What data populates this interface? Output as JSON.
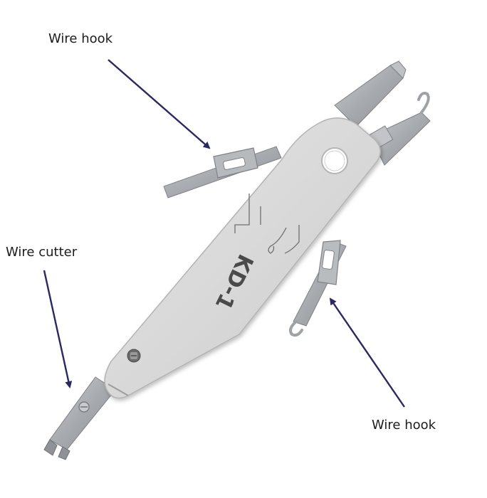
{
  "labels": {
    "top_hook": "Wire hook",
    "cutter": "Wire cutter",
    "bottom_hook": "Wire hook"
  },
  "tool": {
    "model": "KD-1"
  },
  "colors": {
    "body": "#d9d9d9",
    "metal": "#a9acb0",
    "arrow": "#2b2760",
    "text": "#1c1c1c"
  }
}
